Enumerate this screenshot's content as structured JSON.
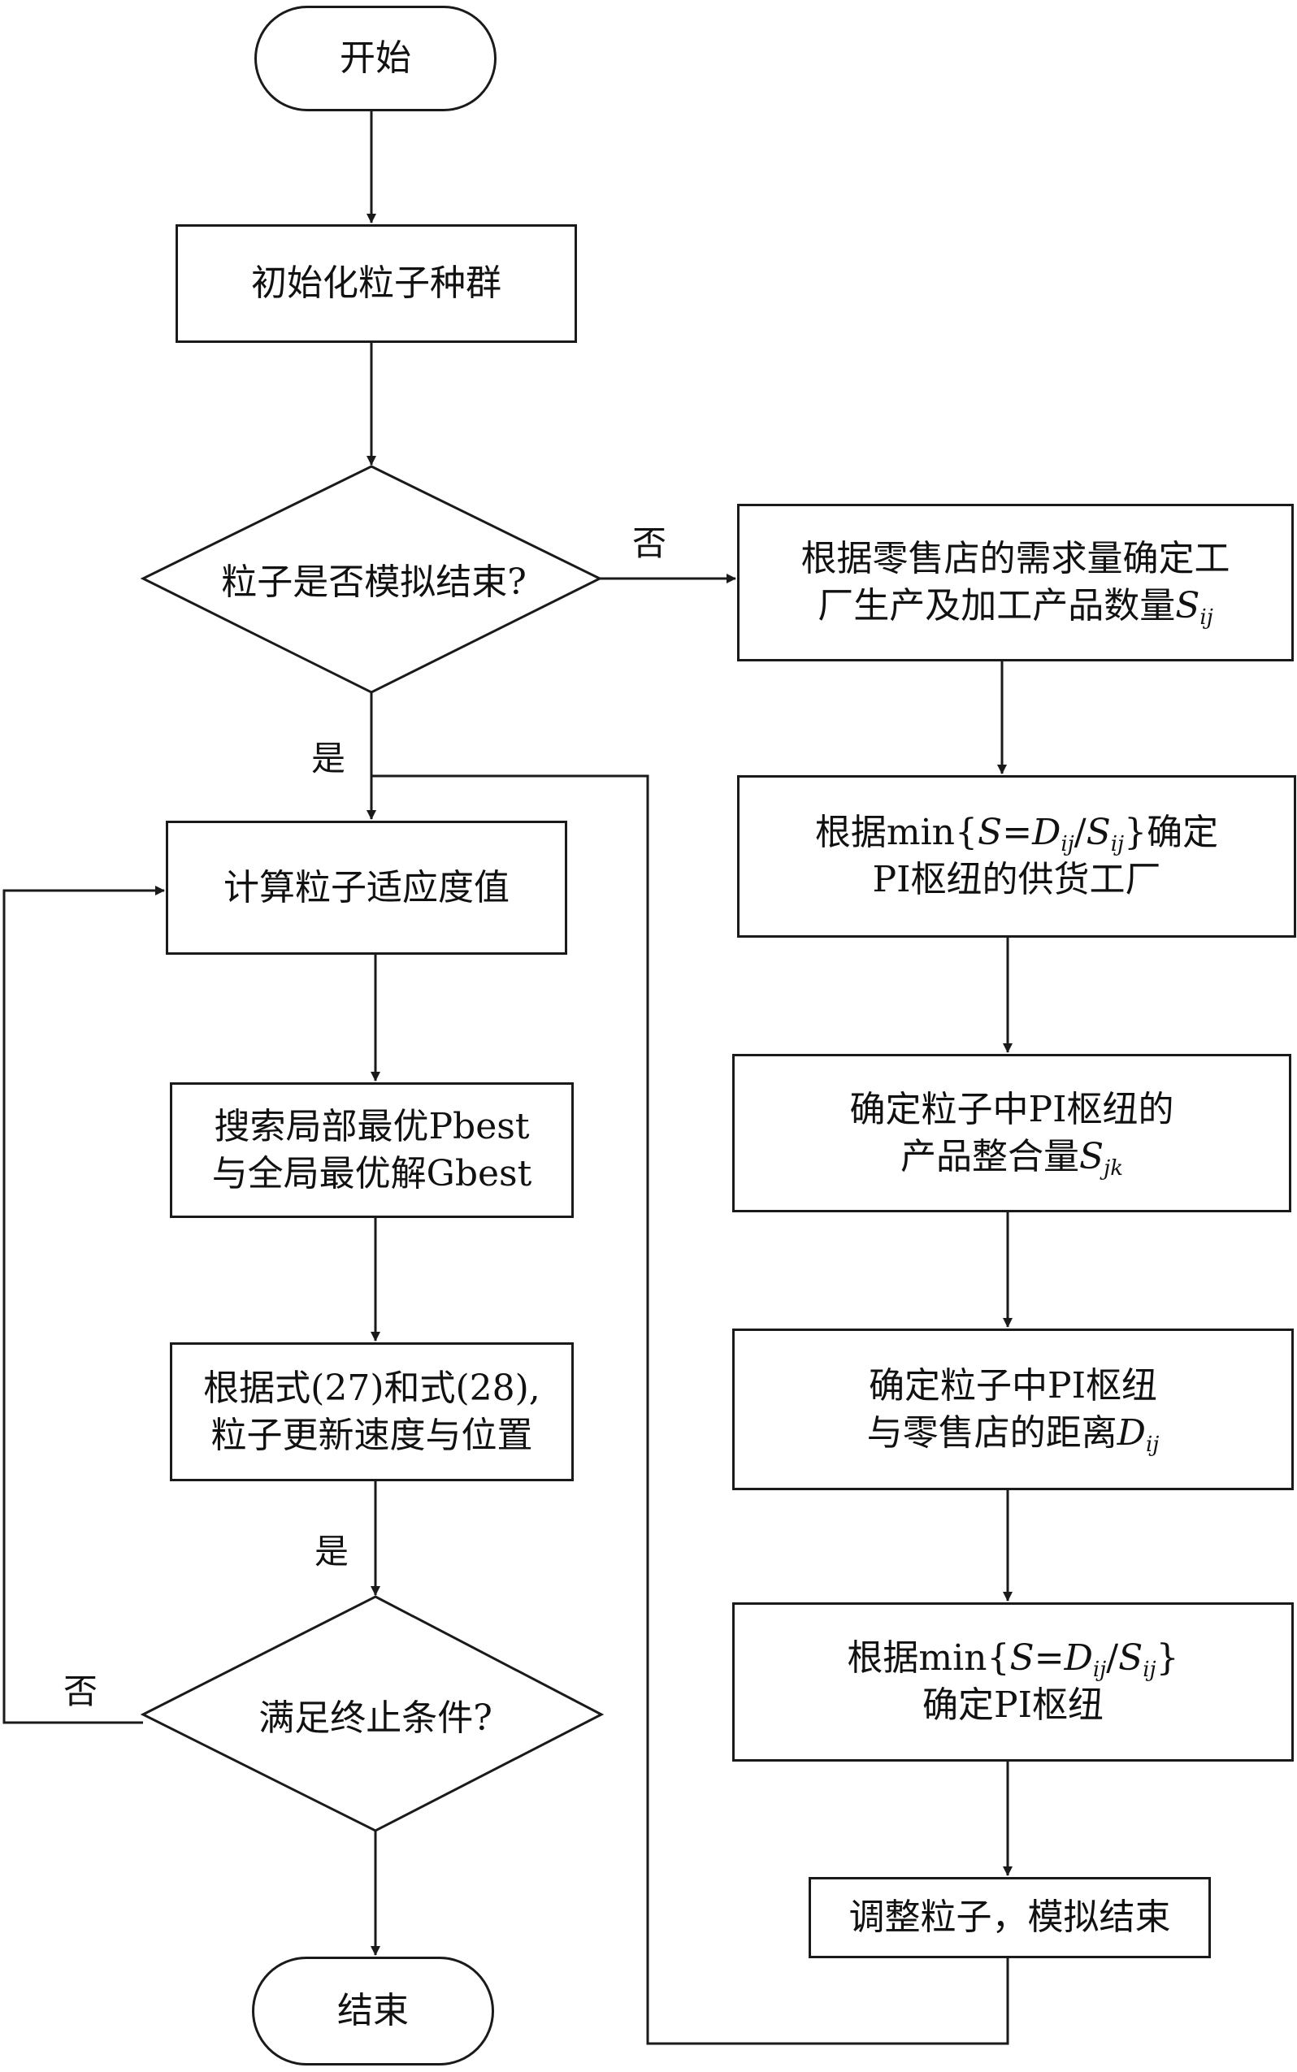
{
  "nodes": {
    "start": "开始",
    "init": "初始化粒子种群",
    "decision_sim": "粒子是否模拟结束?",
    "fitness": "计算粒子适应度值",
    "search_line1": "搜索局部最优Pbest",
    "search_line2": "与全局最优解Gbest",
    "update_line1": "根据式(27)和式(28),",
    "update_line2": "粒子更新速度与位置",
    "decision_stop": "满足终止条件?",
    "end": "结束",
    "r1_line1": "根据零售店的需求量确定工",
    "r1_line2_text": "厂生产及加工产品数量",
    "r1_var": "S",
    "r1_sub": "ij",
    "r2_line1_pre": "根据min{",
    "r2_var_s": "S",
    "r2_eq": "=",
    "r2_var_d": "D",
    "r2_sub_d": "ij",
    "r2_slash": "/",
    "r2_var_s2": "S",
    "r2_sub_s2": "ij",
    "r2_line1_post": "}确定",
    "r2_line2": "PI枢纽的供货工厂",
    "r3_line1": "确定粒子中PI枢纽的",
    "r3_line2_text": "产品整合量",
    "r3_var": "S",
    "r3_sub": "jk",
    "r4_line1": "确定粒子中PI枢纽",
    "r4_line2_text": "与零售店的距离",
    "r4_var": "D",
    "r4_sub": "ij",
    "r5_line1_pre": "根据min{",
    "r5_var_s": "S",
    "r5_eq": "=",
    "r5_var_d": "D",
    "r5_sub_d": "ij",
    "r5_slash": "/",
    "r5_var_s2": "S",
    "r5_sub_s2": "ij",
    "r5_line1_post": "}",
    "r5_line2": "确定PI枢纽",
    "r6": "调整粒子，模拟结束"
  },
  "edge_labels": {
    "no_right": "否",
    "yes_down": "是",
    "yes_update": "是",
    "no_loop": "否"
  }
}
